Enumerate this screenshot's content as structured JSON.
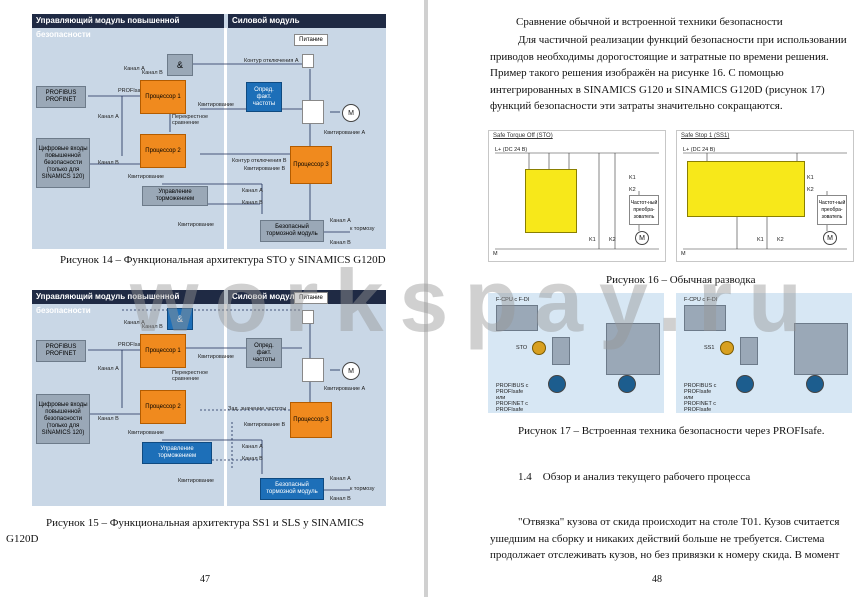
{
  "watermark": "workspay.ru",
  "left_page": {
    "fig14": {
      "header_left": "Управляющий модуль повышенной безопасности",
      "header_right": "Силовой модуль",
      "profibus": "PROFIBUS PROFINET",
      "profisafe": "PROFIsafe",
      "digital_inputs": "Цифровые входы повышенной безопасности (только для SINAMICS 120)",
      "and_gate": "&",
      "proc1": "Процессор 1",
      "proc2": "Процессор 2",
      "proc3": "Процессор 3",
      "speed_det": "Опред. факт. частоты",
      "power": "Питание",
      "brake_ctrl": "Управление торможением",
      "brake_module": "Безопасный тормозной модуль",
      "motor": "M",
      "to_brake": "к тормозу",
      "labels": {
        "channel_a": "Канал А",
        "channel_b": "Канал B",
        "quit": "Квитирование",
        "cross": "Перекрестное сравнение",
        "circuit_a": "Контур отключения А",
        "circuit_b": "Контур отключения B",
        "quit_a": "Квитирование А",
        "quit_b": "Квитирование B"
      }
    },
    "caption14": "Рисунок 14 – Функциональная архитектура STO у SINAMICS G120D",
    "fig15": {
      "header_left": "Управляющий модуль повышенной безопасности",
      "header_right": "Силовой модуль",
      "profibus": "PROFIBUS PROFINET",
      "profisafe": "PROFIsafe",
      "digital_inputs": "Цифровые входы повышенной безопасности (только для SINAMICS 120)",
      "and_gate": "&",
      "proc1": "Процессор 1",
      "proc2": "Процессор 2",
      "proc3": "Процессор 3",
      "speed_det": "Опред. факт. частоты",
      "power": "Питание",
      "brake_ctrl": "Управление торможением",
      "brake_module": "Безопасный тормозной модуль",
      "motor": "M",
      "to_brake": "к тормозу",
      "labels": {
        "channel_a": "Канал А",
        "channel_b": "Канал B",
        "quit": "Квитирование",
        "cross": "Перекрестное сравнение",
        "set_freq": "Зад. значение частоты",
        "quit_a": "Квитирование А",
        "quit_b": "Квитирование B"
      }
    },
    "caption15_line1": "Рисунок 15 – Функциональная архитектура SS1 и SLS у SINAMICS",
    "caption15_line2": "G120D",
    "page_number": "47"
  },
  "right_page": {
    "heading": "Сравнение обычной и встроенной техники безопасности",
    "para1": [
      "Для частичной реализации функций безопасности при использовании",
      "приводов необходимы дорогостоящие и затратные по времени решения.",
      "Пример такого решения изображён на рисунке 16. С помощью",
      "интегрированных в SINAMICS G120 и SINAMICS G120D (рисунок 17)",
      "функций безопасности эти затраты значительно сокращаются."
    ],
    "fig16": {
      "left_title": "Safe Torque Off (STO)",
      "right_title": "Safe Stop 1 (SS1)",
      "supply": "L+ (DC 24 B)",
      "k1": "K1",
      "k2": "K2",
      "converter": "Частот-ный преобра-зователь",
      "motor": "M",
      "ground": "M"
    },
    "caption16": "Рисунок 16 – Обычная разводка",
    "fig17": {
      "left_cpu": "F-CPU с F-DI",
      "right_cpu": "F-CPU с F-DI",
      "left_button": "STO",
      "right_button": "SS1",
      "legend": [
        "PROFIBUS с PROFIsafe",
        "или",
        "PROFINET с PROFIsafe"
      ]
    },
    "caption17": "Рисунок 17 – Встроенная техника безопасности через PROFIsafe.",
    "section": "1.4    Обзор и анализ текущего рабочего процесса",
    "para2": [
      "\"Отвязка\" кузова от скида происходит на столе T01. Кузов считается",
      "ушедшим на сборку и никаких действий больше не требуется. Система",
      "продолжает отслеживать кузов, но без привязки к номеру скида. В момент"
    ],
    "page_number": "48"
  },
  "colors": {
    "diagram_bg": "#c9d7e6",
    "header_bg": "#1f2a44",
    "processor": "#f08a1e",
    "brake_ctrl_fig15": "#1d6fb8",
    "safety_relay": "#f7e81a"
  }
}
